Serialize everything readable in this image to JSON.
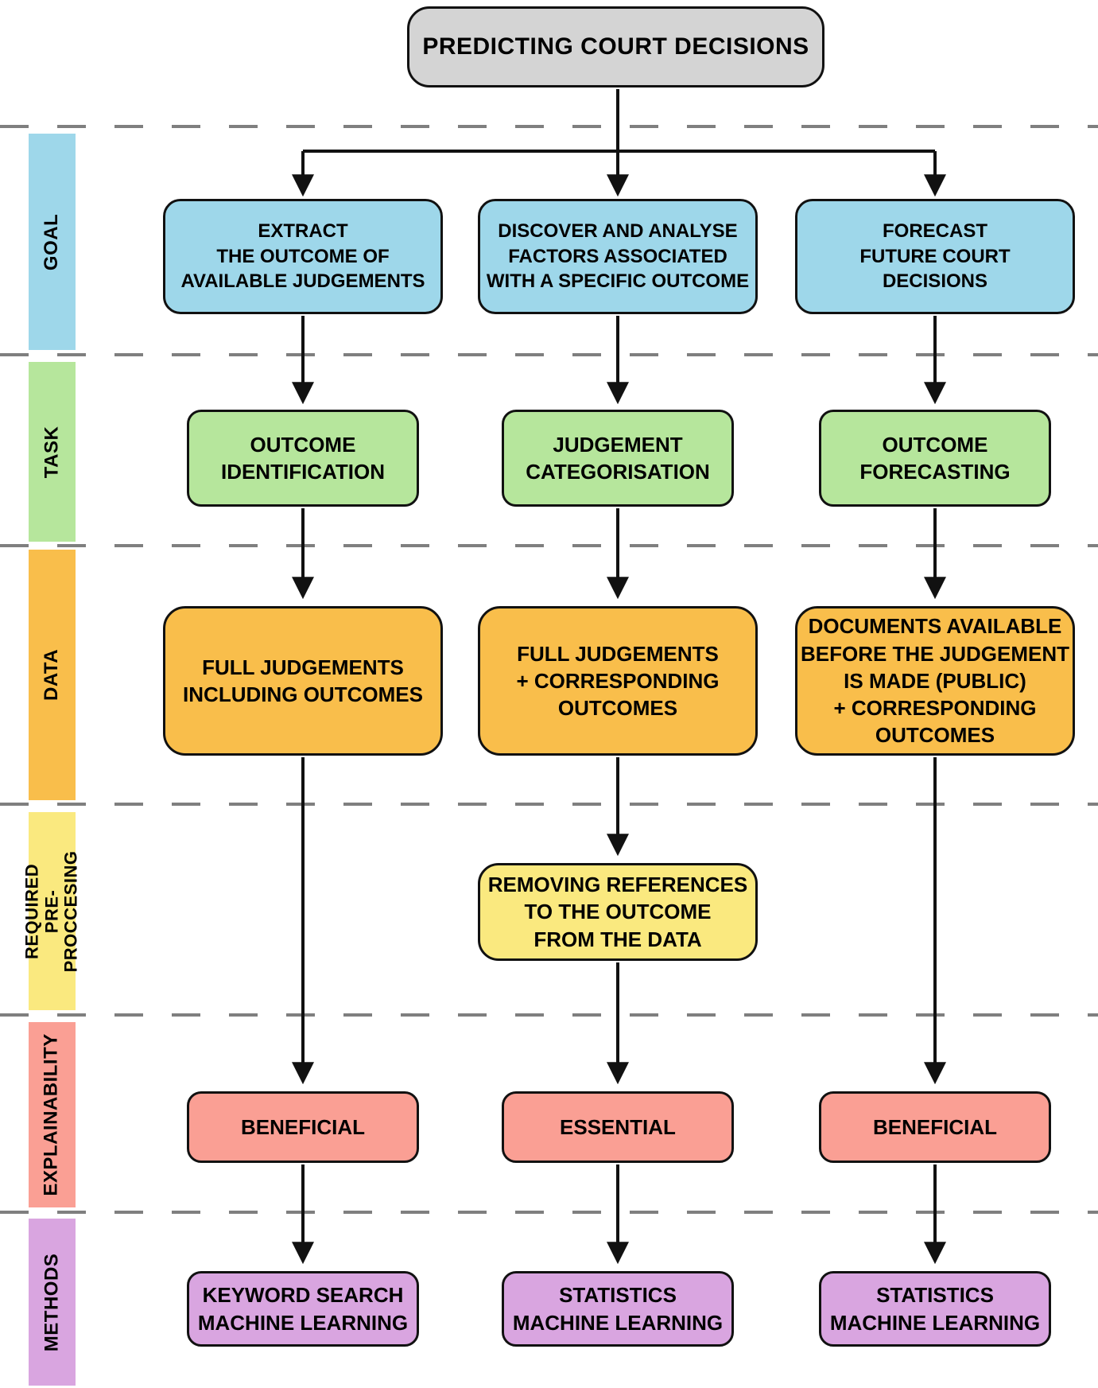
{
  "title_box": {
    "label": "PREDICTING COURT DECISIONS",
    "fill": "#d4d4d4"
  },
  "rows": [
    {
      "id": "goal",
      "label": "GOAL",
      "color": "#9ed7ea",
      "boxes": [
        "EXTRACT\nTHE OUTCOME OF\nAVAILABLE JUDGEMENTS",
        "DISCOVER AND ANALYSE\nFACTORS ASSOCIATED\nWITH A SPECIFIC OUTCOME",
        "FORECAST\nFUTURE COURT\nDECISIONS"
      ]
    },
    {
      "id": "task",
      "label": "TASK",
      "color": "#b6e69c",
      "boxes": [
        "OUTCOME\nIDENTIFICATION",
        "JUDGEMENT\nCATEGORISATION",
        "OUTCOME\nFORECASTING"
      ]
    },
    {
      "id": "data",
      "label": "DATA",
      "color": "#f9be4b",
      "boxes": [
        "FULL JUDGEMENTS\nINCLUDING OUTCOMES",
        "FULL JUDGEMENTS\n+ CORRESPONDING\nOUTCOMES",
        "DOCUMENTS AVAILABLE\nBEFORE THE JUDGEMENT\nIS MADE (PUBLIC)\n+ CORRESPONDING\nOUTCOMES"
      ]
    },
    {
      "id": "preprocessing",
      "label": "REQUIRED\nPRE-PROCCESING",
      "color": "#fae97f",
      "boxes": [
        null,
        "REMOVING REFERENCES\nTO THE OUTCOME\nFROM THE DATA",
        null
      ]
    },
    {
      "id": "explainability",
      "label": "EXPLAINABILITY",
      "color": "#fa9f94",
      "boxes": [
        "BENEFICIAL",
        "ESSENTIAL",
        "BENEFICIAL"
      ]
    },
    {
      "id": "methods",
      "label": "METHODS",
      "color": "#d9a5e0",
      "boxes": [
        "KEYWORD SEARCH\nMACHINE LEARNING",
        "STATISTICS\nMACHINE LEARNING",
        "STATISTICS\nMACHINE LEARNING"
      ]
    }
  ],
  "line_colors": {
    "dashed_separator": "#7f7f7f",
    "arrow": "#111111",
    "box_border": "#111111"
  }
}
